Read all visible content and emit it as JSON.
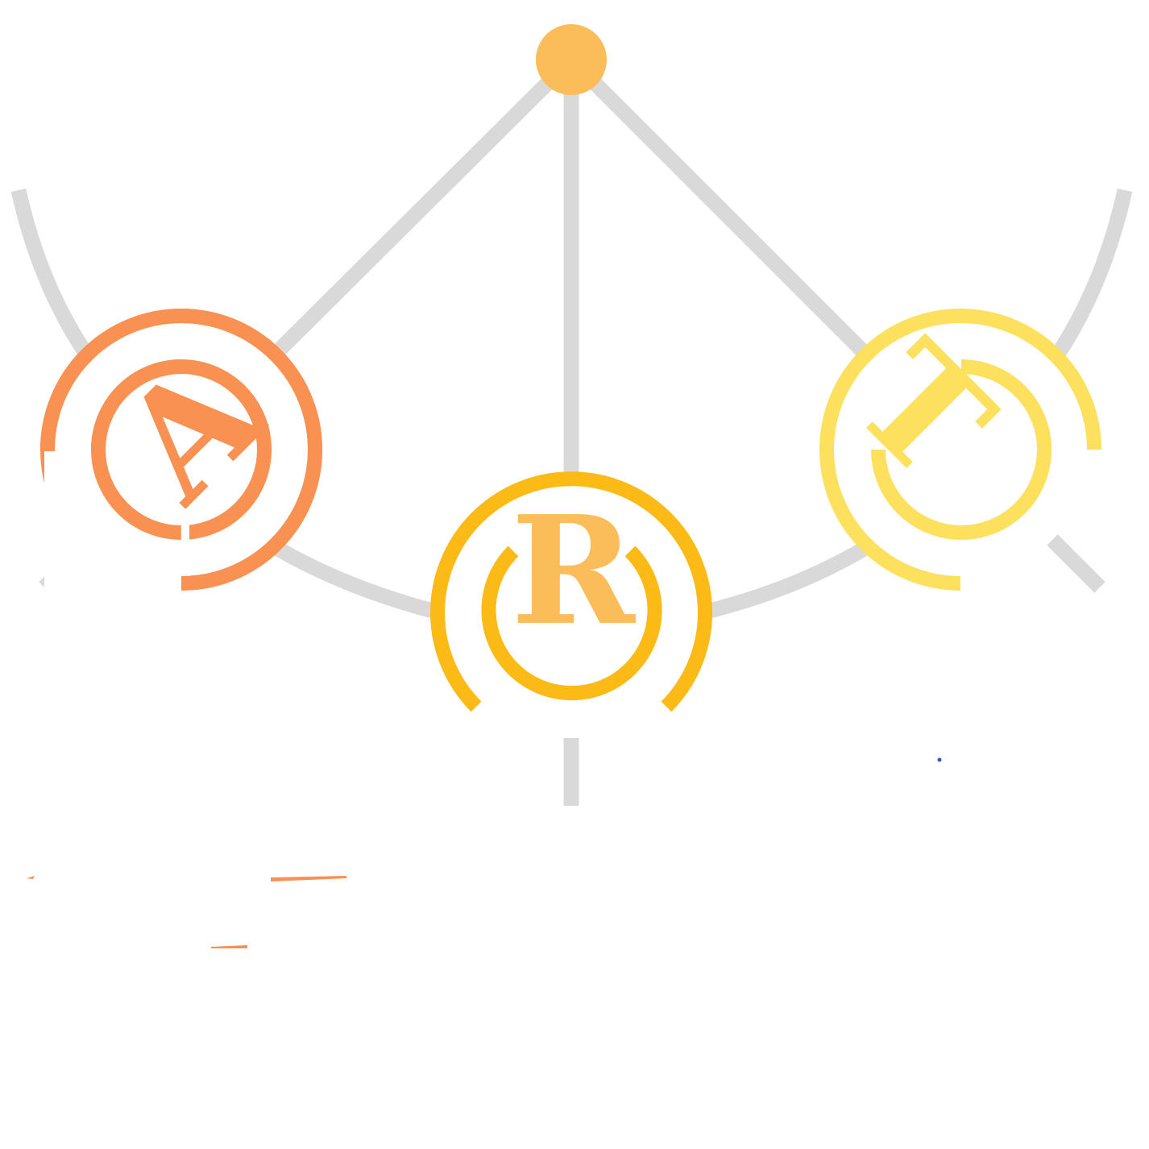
{
  "letters": {
    "a": "A",
    "r": "R",
    "t": "T"
  },
  "colors": {
    "connector": "#d9d9d9",
    "top_node": "#fbbd5a",
    "a_ring": "#f99152",
    "r_ring": "#fbba15",
    "r_letter": "#fbbd5a",
    "t_ring": "#fde05e",
    "background": "#ffffff"
  },
  "icons": [
    "top-node-icon",
    "a-badge-icon",
    "r-badge-icon",
    "t-badge-icon"
  ]
}
